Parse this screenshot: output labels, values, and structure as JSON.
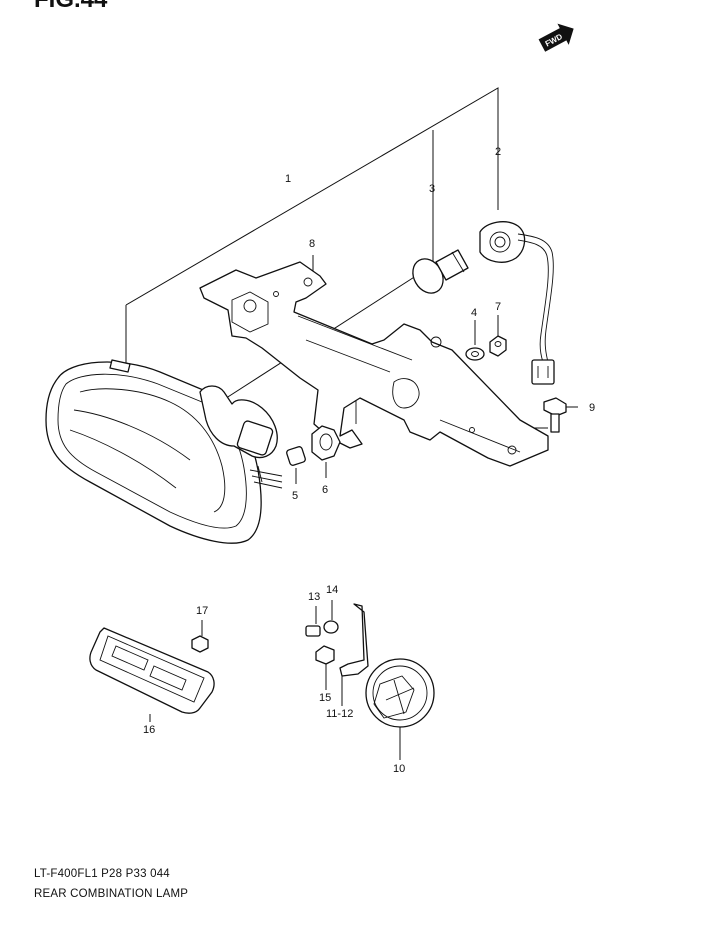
{
  "figure": {
    "title": "FIG.44",
    "fwd_label": "FWD"
  },
  "callouts": {
    "c1": "1",
    "c2": "2",
    "c3": "3",
    "c4": "4",
    "c5": "5",
    "c6": "6",
    "c7": "7",
    "c8": "8",
    "c9": "9",
    "c10": "10",
    "c11_12": "11-12",
    "c13": "13",
    "c14": "14",
    "c15": "15",
    "c16": "16",
    "c17": "17"
  },
  "footer": {
    "model_code": "LT-F400FL1  P28  P33  044",
    "section_name": "REAR COMBINATION LAMP"
  }
}
